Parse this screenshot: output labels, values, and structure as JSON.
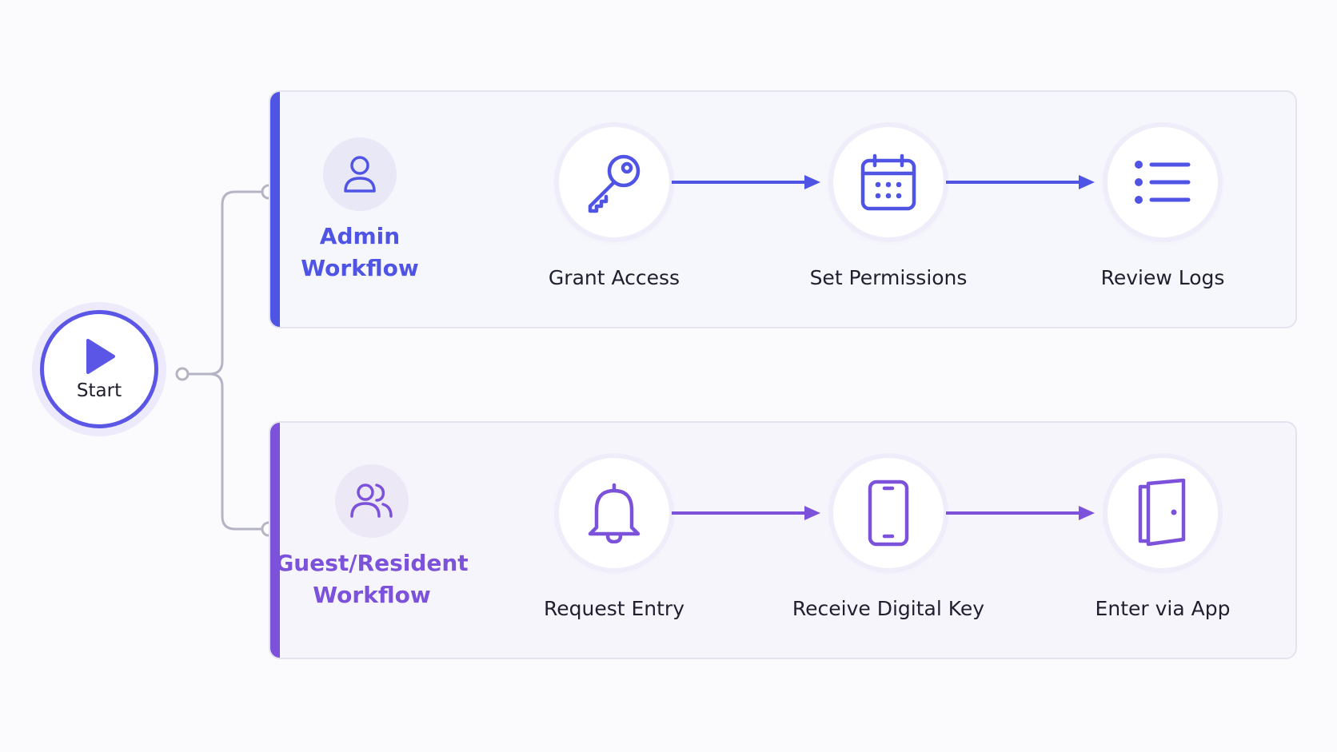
{
  "start": {
    "label": "Start",
    "icon": "play-icon"
  },
  "colors": {
    "admin": "#4f54e5",
    "guest": "#7b52d9",
    "connector": "#b4b4c4"
  },
  "admin": {
    "title": "Admin\nWorkflow",
    "icon": "user-icon",
    "steps": [
      {
        "label": "Grant Access",
        "icon": "key-icon"
      },
      {
        "label": "Set Permissions",
        "icon": "calendar-icon"
      },
      {
        "label": "Review Logs",
        "icon": "list-icon"
      }
    ]
  },
  "guest": {
    "title": "Guest/Resident\nWorkflow",
    "icon": "users-icon",
    "steps": [
      {
        "label": "Request Entry",
        "icon": "bell-icon"
      },
      {
        "label": "Receive Digital Key",
        "icon": "smartphone-icon"
      },
      {
        "label": "Enter via App",
        "icon": "door-icon"
      }
    ]
  }
}
